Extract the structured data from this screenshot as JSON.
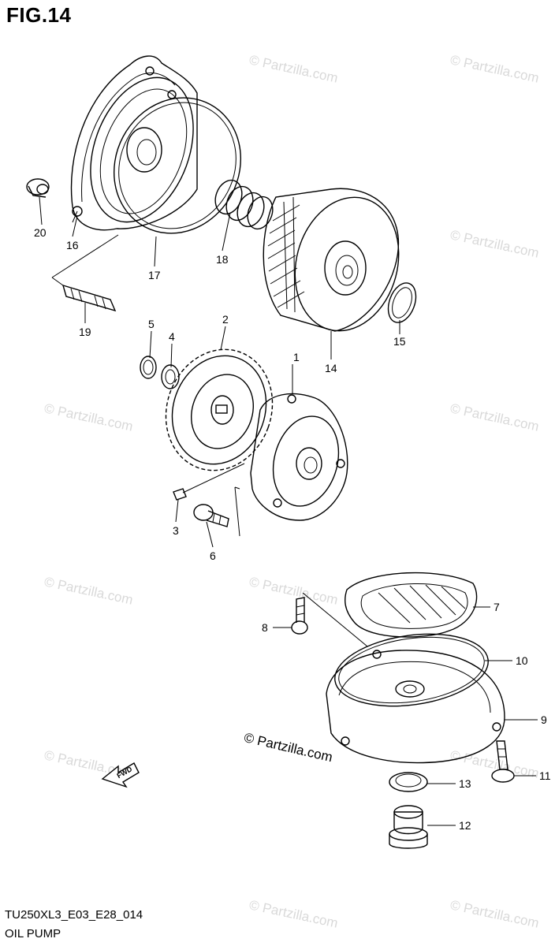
{
  "figure": {
    "title": "FIG.14"
  },
  "footer": {
    "code": "TU250XL3_E03_E28_014",
    "name": "OIL PUMP"
  },
  "watermark": {
    "text": "© Partzilla.com"
  },
  "parts": [
    {
      "number": "1"
    },
    {
      "number": "2"
    },
    {
      "number": "3"
    },
    {
      "number": "4"
    },
    {
      "number": "5"
    },
    {
      "number": "6"
    },
    {
      "number": "7"
    },
    {
      "number": "8"
    },
    {
      "number": "9"
    },
    {
      "number": "10"
    },
    {
      "number": "11"
    },
    {
      "number": "12"
    },
    {
      "number": "13"
    },
    {
      "number": "14"
    },
    {
      "number": "15"
    },
    {
      "number": "16"
    },
    {
      "number": "17"
    },
    {
      "number": "18"
    },
    {
      "number": "19"
    },
    {
      "number": "20"
    }
  ],
  "fwd_label": "FWD"
}
